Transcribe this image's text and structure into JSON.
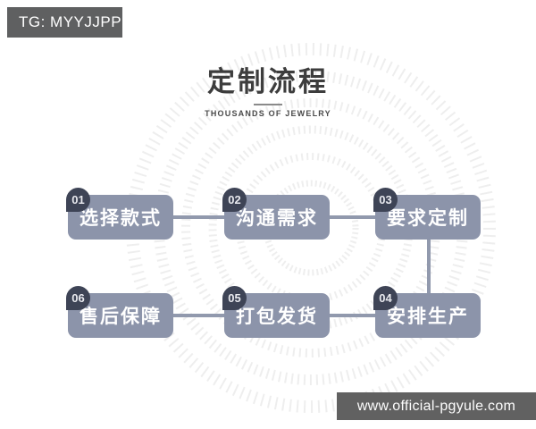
{
  "header": {
    "tg_label": "TG: MYYJJPP",
    "title": "定制流程",
    "subtitle": "THOUSANDS OF JEWELRY"
  },
  "flow": {
    "steps": [
      {
        "num": "01",
        "label": "选择款式"
      },
      {
        "num": "02",
        "label": "沟通需求"
      },
      {
        "num": "03",
        "label": "要求定制"
      },
      {
        "num": "04",
        "label": "安排生产"
      },
      {
        "num": "05",
        "label": "打包发货"
      },
      {
        "num": "06",
        "label": "售后保障"
      }
    ],
    "colors": {
      "box": "#8c94aa",
      "badge": "#3e4456",
      "connector": "#9199ad",
      "box_text": "#ffffff",
      "label_badge_bg": "#5f6061"
    }
  },
  "footer": {
    "url_label": "www.official-pgyule.com"
  }
}
